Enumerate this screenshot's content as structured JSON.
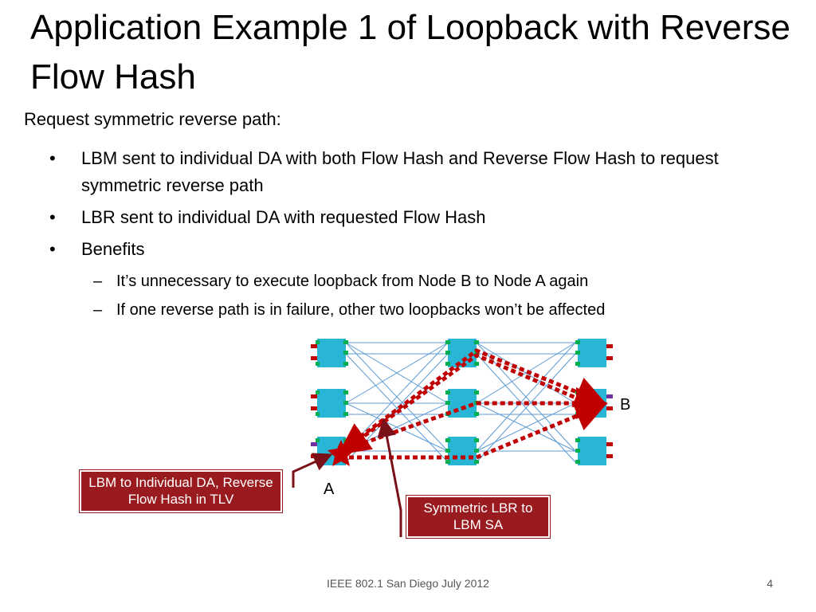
{
  "title": "Application Example 1 of Loopback with Reverse Flow Hash",
  "subtitle": "Request symmetric reverse path:",
  "bullets": [
    {
      "text": "LBM sent to individual DA with both Flow Hash and Reverse Flow Hash to request symmetric reverse path"
    },
    {
      "text": "LBR sent to individual DA with requested Flow Hash"
    },
    {
      "text": "Benefits",
      "subitems": [
        "It’s unnecessary to execute loopback from Node B to Node A again",
        "If one reverse path is in failure, other two loopbacks won’t be affected"
      ]
    }
  ],
  "diagram": {
    "node_a_label": "A",
    "node_b_label": "B",
    "callout_lbm": "LBM to Individual DA, Reverse Flow Hash in TLV",
    "callout_lbr": "Symmetric LBR to LBM SA",
    "colors": {
      "switch": "#29b6d6",
      "port": "#00b050",
      "path": "#c00000",
      "callout": "#9a1b1f",
      "link": "#5b9bd5",
      "special_port": "#7030a0"
    }
  },
  "footer": {
    "text": "IEEE 802.1 San Diego July 2012",
    "page": "4"
  }
}
